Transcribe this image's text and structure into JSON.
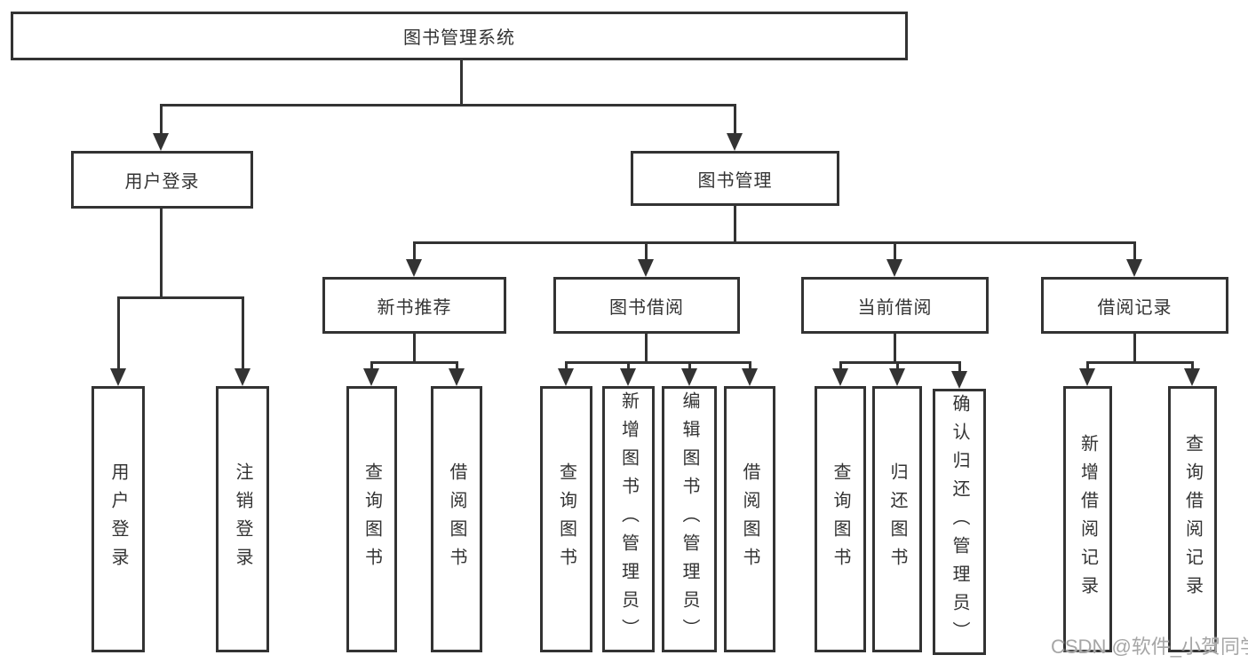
{
  "title": "图书管理系统",
  "watermark": "CSDN @软件_小贺同学",
  "colors": {
    "line": "#333333",
    "text": "#333333",
    "watermark": "#a6a6a6",
    "background": "#ffffff"
  },
  "level2": {
    "login": "用户登录",
    "management": "图书管理"
  },
  "level3": {
    "recommend": "新书推荐",
    "borrow": "图书借阅",
    "current": "当前借阅",
    "records": "借阅记录"
  },
  "leaves": {
    "login": [
      "用户登录",
      "注销登录"
    ],
    "recommend": [
      "查询图书",
      "借阅图书"
    ],
    "borrow": [
      "查询图书",
      "新增图书（管理员）",
      "编辑图书（管理员）",
      "借阅图书"
    ],
    "current": [
      "查询图书",
      "归还图书",
      "确认归还（管理员）"
    ],
    "records": [
      "新增借阅记录",
      "查询借阅记录"
    ]
  }
}
